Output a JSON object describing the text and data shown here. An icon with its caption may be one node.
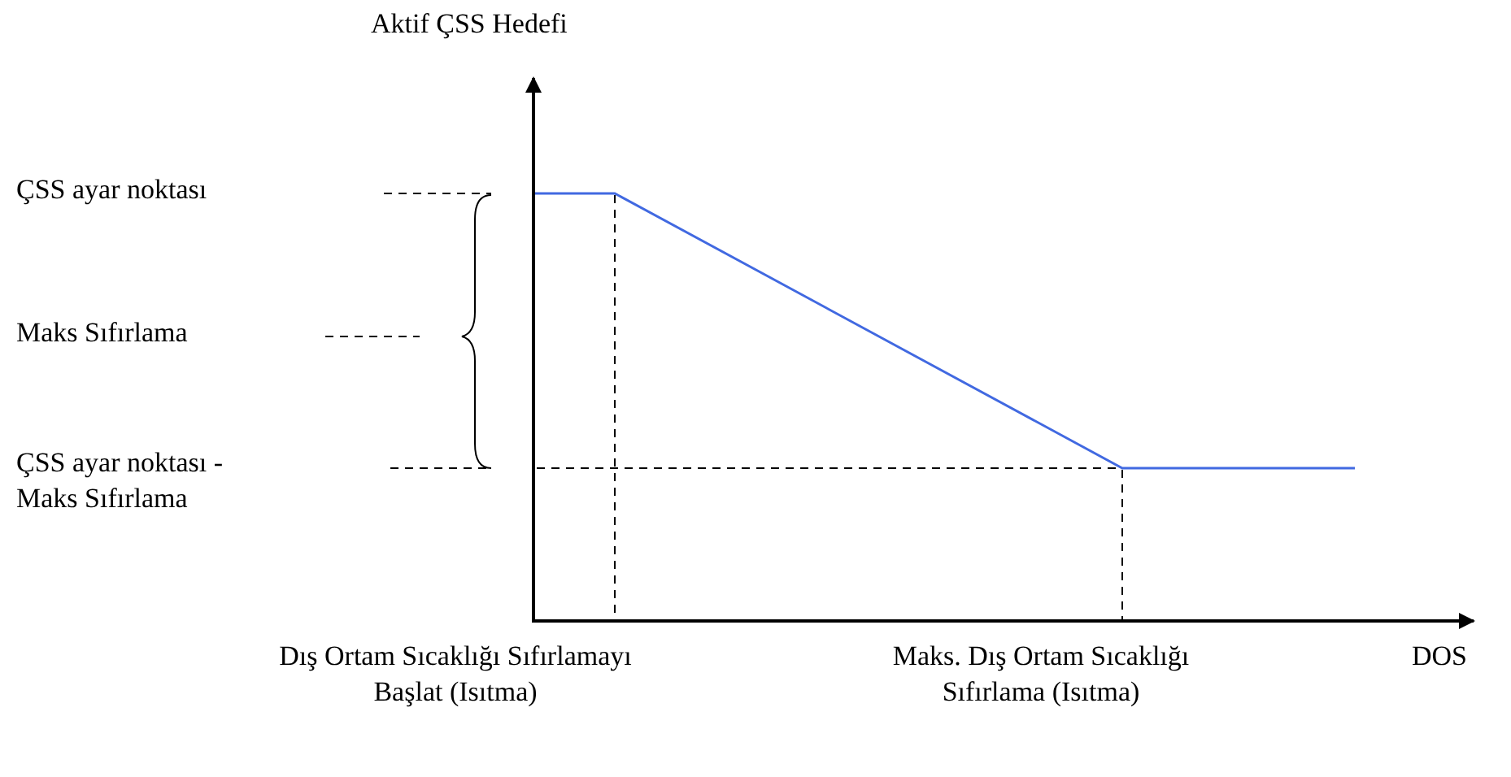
{
  "diagram": {
    "labels": [
      "Aktif ÇSS Hedefi",
      "ÇSS ayar noktası",
      "Maks Sıfırlama",
      "ÇSS ayar noktası - Maks Sıfırlama",
      "Dış Ortam Sıcaklığı Sıfırlamayı Başlat (Isıtma)",
      "Maks. Dış Ortam Sıcaklığı Sıfırlama (Isıtma)",
      "DOS"
    ]
  }
}
